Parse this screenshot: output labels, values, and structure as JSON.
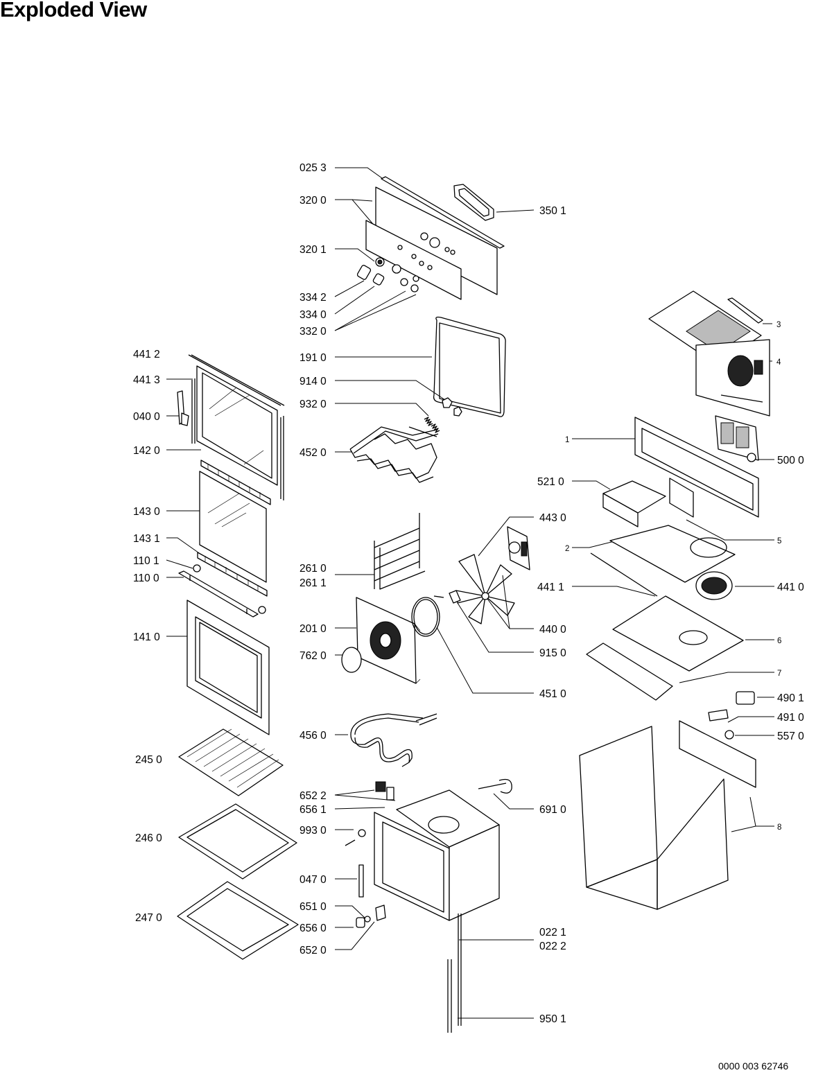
{
  "page": {
    "title": "Exploded View",
    "doc_number": "0000 003 62746"
  },
  "labels": {
    "l0253": "025 3",
    "l3200": "320 0",
    "l3501": "350 1",
    "l3201": "320 1",
    "l3342": "334 2",
    "l3340": "334 0",
    "l3320": "332 0",
    "l1910": "191 0",
    "l9140": "914 0",
    "l9320": "932 0",
    "l4520": "452 0",
    "l4412": "441 2",
    "l4413": "441 3",
    "l0400": "040 0",
    "l1420": "142 0",
    "l1430": "143 0",
    "l1431": "143 1",
    "l1101": "110 1",
    "l1100": "110 0",
    "l1410": "141 0",
    "l2450": "245 0",
    "l2460": "246 0",
    "l2470": "247 0",
    "l2610": "261 0",
    "l2611": "261 1",
    "l2010": "201 0",
    "l7620": "762 0",
    "l4430": "443 0",
    "l4400": "440 0",
    "l9150": "915 0",
    "l4510": "451 0",
    "l4560": "456 0",
    "l6522": "652 2",
    "l6561": "656 1",
    "l9930": "993 0",
    "l0470": "047 0",
    "l6510": "651 0",
    "l6560": "656 0",
    "l6520": "652 0",
    "l6910": "691 0",
    "l0221": "022 1",
    "l0222": "022 2",
    "l9501": "950 1",
    "l3": "3",
    "l4": "4",
    "l1": "1",
    "l5000": "500 0",
    "l5210": "521 0",
    "l5": "5",
    "l2": "2",
    "l4411": "441 1",
    "l4410": "441 0",
    "l6": "6",
    "l7": "7",
    "l4901": "490 1",
    "l4910": "491 0",
    "l5570": "557 0",
    "l8": "8"
  }
}
